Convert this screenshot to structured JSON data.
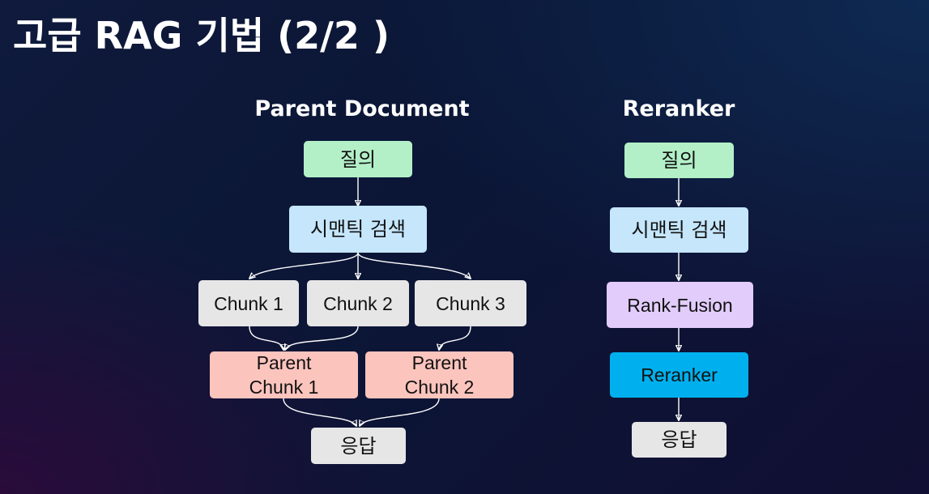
{
  "title": "고급 RAG 기법 (2/2 )",
  "parent_document": {
    "heading": "Parent Document",
    "query": "질의",
    "semantic_search": "시맨틱 검색",
    "chunks": [
      "Chunk 1",
      "Chunk 2",
      "Chunk 3"
    ],
    "parent_chunks": [
      "Parent\nChunk 1",
      "Parent\nChunk 2"
    ],
    "response": "응답"
  },
  "reranker": {
    "heading": "Reranker",
    "query": "질의",
    "semantic_search": "시맨틱 검색",
    "rank_fusion": "Rank-Fusion",
    "reranker": "Reranker",
    "response": "응답"
  }
}
